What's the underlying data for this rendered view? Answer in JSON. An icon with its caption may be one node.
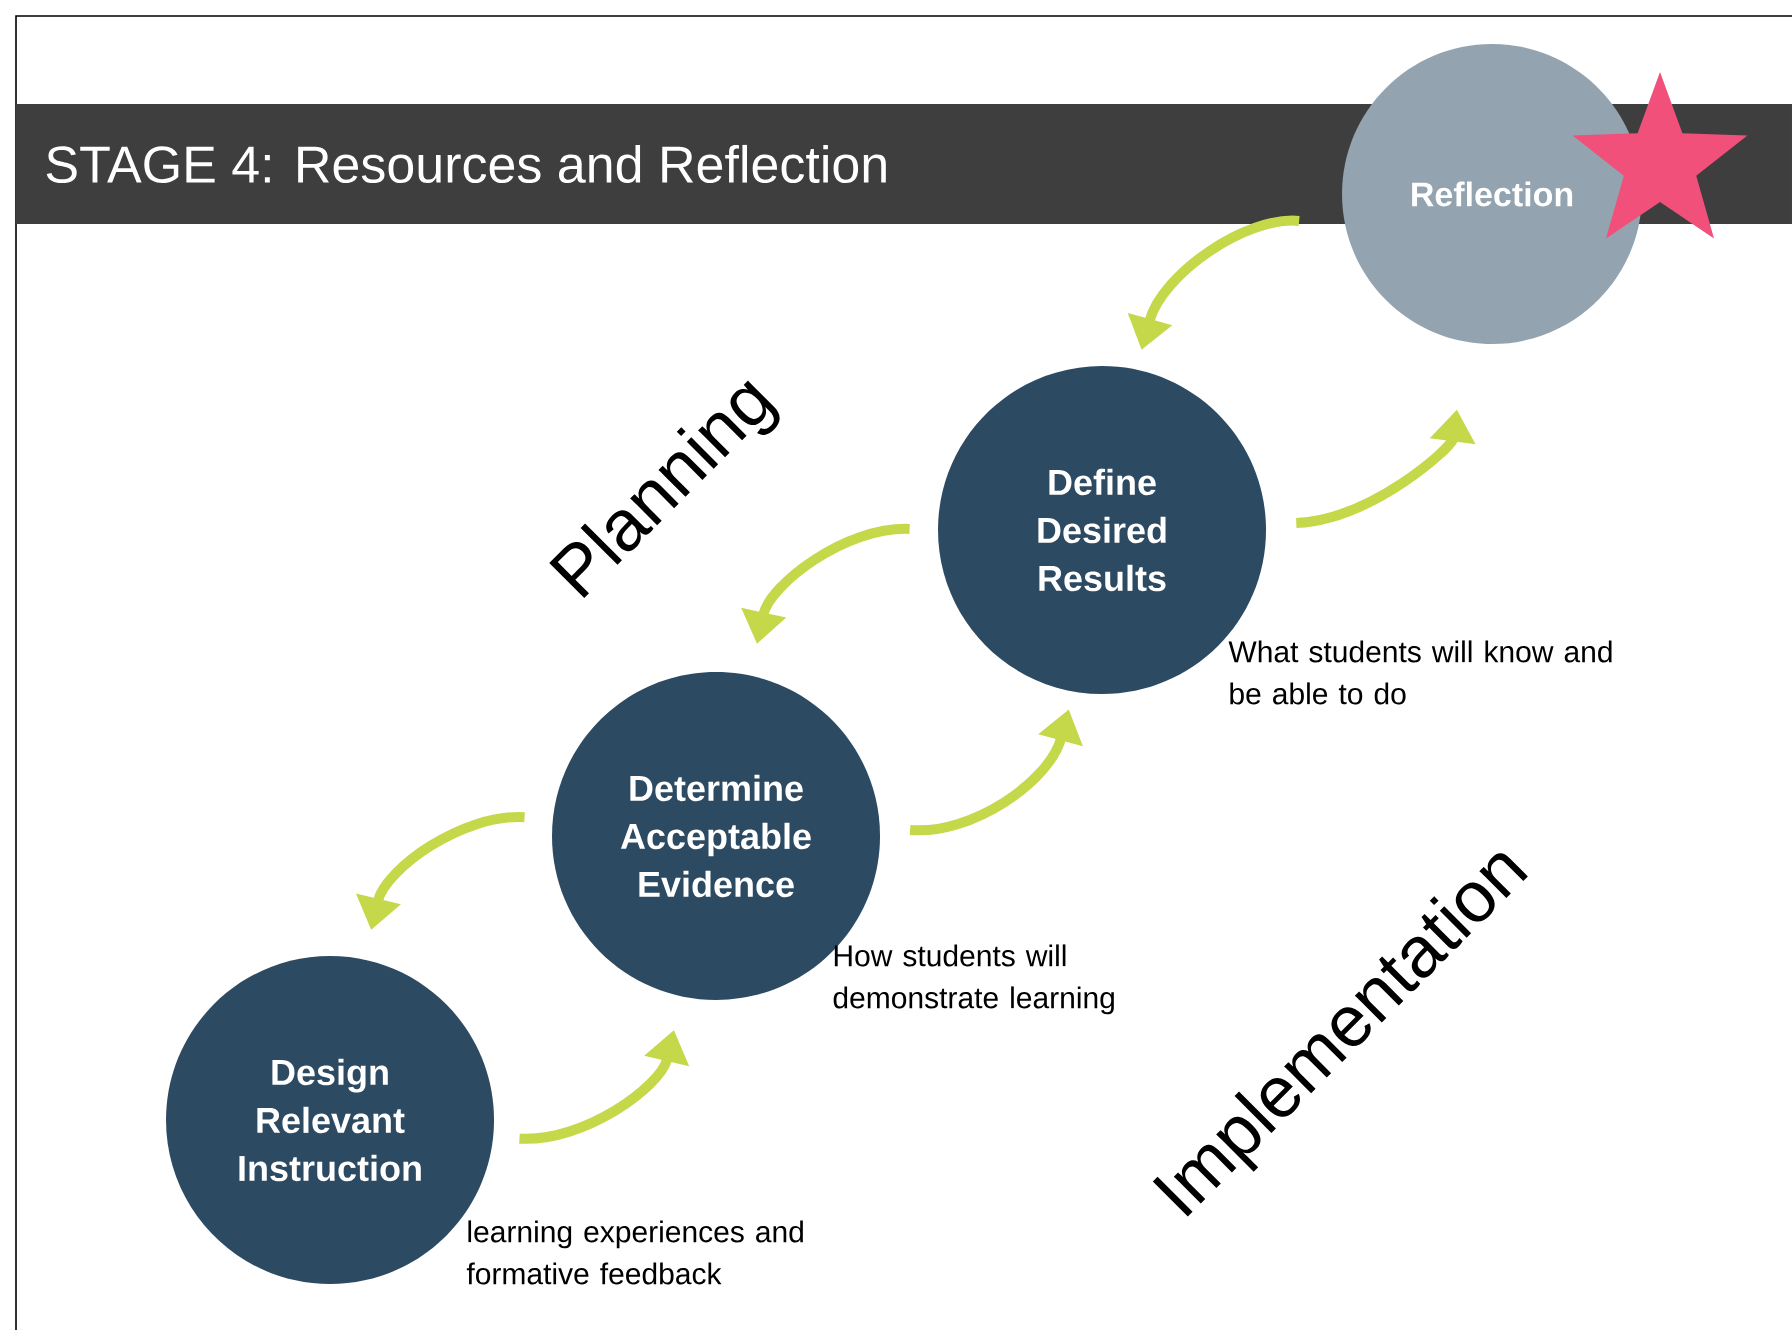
{
  "diagram": {
    "title": "STAGE 4: Resources and Reflection",
    "nodes": [
      {
        "text": [
          "Reflection"
        ]
      },
      {
        "text": [
          "Define Desired Results"
        ],
        "beside": [
          "What students will know and be able to do"
        ]
      },
      {
        "text": [
          "Determine Acceptable Evidence"
        ],
        "beside": [
          "How students will demonstrate learning"
        ]
      },
      {
        "text": [
          "Design Relevant Instruction"
        ],
        "beside": [
          "learning experiences and formative feedback"
        ]
      }
    ],
    "edges": [
      {
        "from": 0,
        "to": 1,
        "arrow": "to"
      },
      {
        "from": 1,
        "to": 0,
        "arrow": "to"
      },
      {
        "from": 1,
        "to": 2,
        "arrow": "to"
      },
      {
        "from": 2,
        "to": 1,
        "arrow": "to"
      },
      {
        "from": 2,
        "to": 3,
        "arrow": "to"
      },
      {
        "from": 3,
        "to": 2,
        "arrow": "to"
      }
    ],
    "labels": [
      "Planning",
      "Implementation"
    ]
  }
}
